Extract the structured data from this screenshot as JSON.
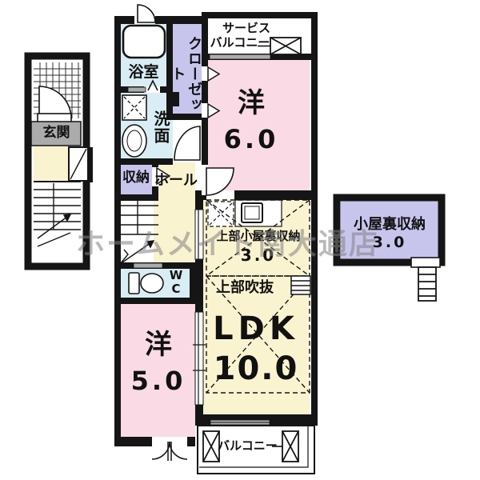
{
  "watermark": "ホームメイト南大通店",
  "rooms": {
    "entrance": {
      "label": "玄関"
    },
    "bathroom": {
      "label": "浴室"
    },
    "closet": {
      "label": "クローゼット"
    },
    "service_balcony": {
      "label_line1": "サービス",
      "label_line2": "バルコニー"
    },
    "western_room_6": {
      "name": "洋",
      "area": "6.0"
    },
    "washroom": {
      "label": "洗面"
    },
    "storage": {
      "label": "収納"
    },
    "hall": {
      "label": "ホール"
    },
    "upper_attic_storage": {
      "label": "上部小屋裏収納",
      "area": "3.0"
    },
    "upper_void": {
      "label": "上部吹抜"
    },
    "toilet": {
      "line1": "W",
      "line2": "C"
    },
    "ldk": {
      "name": "LDK",
      "area": "10.0"
    },
    "western_room_5": {
      "name": "洋",
      "area": "5.0"
    },
    "balcony": {
      "label": "バルコニー"
    },
    "attic_storage": {
      "label": "小屋裏収納",
      "area": "3.0"
    }
  },
  "colors": {
    "room_pink": "#F9DAE5",
    "room_yellow": "#FAF3D0",
    "room_blue": "#D8EDF4",
    "room_purple": "#C8C5ED",
    "door_gray": "#ABABAB",
    "wall_black": "#151515"
  }
}
